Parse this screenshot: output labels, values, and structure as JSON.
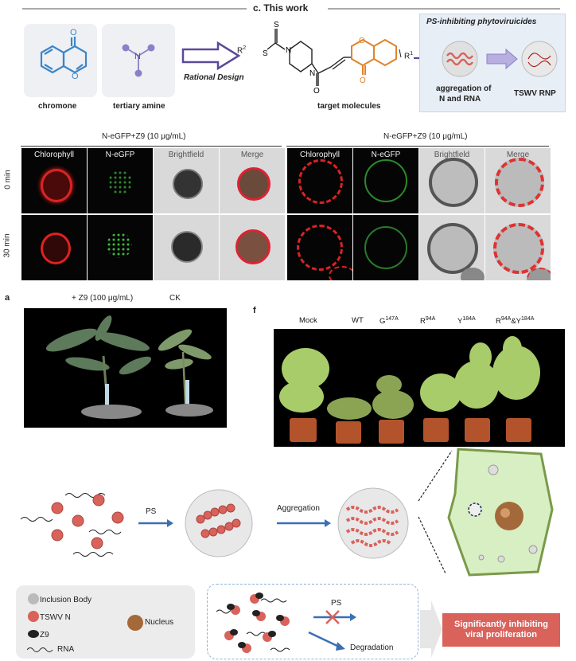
{
  "section_title": "c. This work",
  "scheme": {
    "chromone_label": "chromone",
    "amine_label": "tertiary amine",
    "design_label": "Rational Design",
    "target_label": "target molecules",
    "box_title": "PS-inhibiting phytoviruicides",
    "aggregation_label_1": "aggregation of",
    "aggregation_label_2": "N and RNA",
    "rnp_label": "TSWV RNP",
    "r1": "R",
    "r1_sup": "1",
    "r2": "R",
    "r2_sup": "2"
  },
  "microscopy": {
    "left_group_title": "N-eGFP+Z9 (10 μg/mL)",
    "right_group_title": "N-eGFP+Z9 (10 μg/mL)",
    "channels": [
      "Chlorophyll",
      "N-eGFP",
      "Brightfield",
      "Merge"
    ],
    "rows": [
      "0 min",
      "30 min"
    ]
  },
  "panel_a": {
    "letter": "a",
    "treated_label": "+ Z9 (100 μg/mL)",
    "control_label": "CK"
  },
  "panel_f": {
    "letter": "f",
    "labels": [
      {
        "main": "Mock",
        "sup": ""
      },
      {
        "main": "WT",
        "sup": ""
      },
      {
        "main": "G",
        "sup": "147A"
      },
      {
        "main": "R",
        "sup": "94A"
      },
      {
        "main": "Y",
        "sup": "184A"
      },
      {
        "main": "R",
        "sup": "94A",
        "mid": "&Y",
        "sup2": "184A"
      }
    ]
  },
  "mechanism": {
    "ps_label": "PS",
    "aggregation_label": "Aggregation",
    "legend": {
      "inclusion_body": "Inclusion Body",
      "tswv_n": "TSWV N",
      "z9": "Z9",
      "rna": "RNA",
      "nucleus": "Nucleus"
    },
    "ps_blocked_label": "PS",
    "degradation_label": "Degradation",
    "result_label_1": "Significantly inhibiting",
    "result_label_2": "viral proliferation"
  },
  "colors": {
    "chromone_blue": "#3a86c8",
    "amine_purple": "#8d7fc7",
    "arrow_purple": "#5b4a9a",
    "box_bg": "#e8eef6",
    "tswv_red": "#d9625b",
    "result_red": "#d9625b",
    "cell_green": "#d8efc3"
  }
}
